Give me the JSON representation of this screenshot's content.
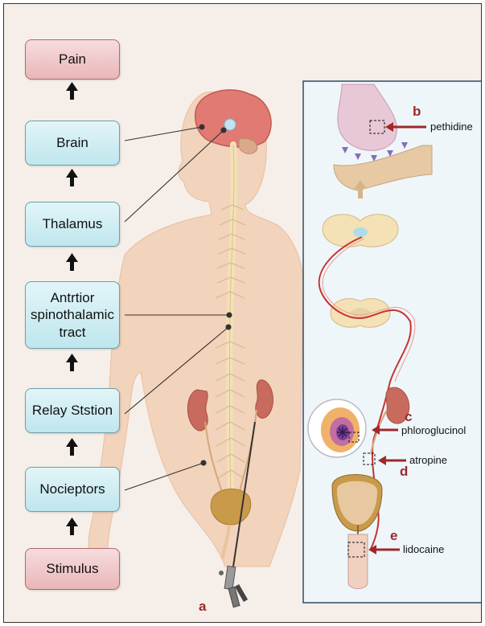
{
  "boxes": {
    "pain": "Pain",
    "brain": "Brain",
    "thalamus": "Thalamus",
    "tract": [
      "Antrtior",
      "spinothalamic",
      "tract"
    ],
    "relay": "Relay Ststion",
    "nociceptors": "Nocieptors",
    "stimulus": "Stimulus"
  },
  "letters": {
    "a": "a",
    "b": "b",
    "c": "c",
    "d": "d",
    "e": "e"
  },
  "drugs": {
    "pethidine": "pethidine",
    "phloroglucinol": "phloroglucinol",
    "atropine": "atropine",
    "lidocaine": "lidocaine"
  },
  "colors": {
    "box_fill": "#cdeef3",
    "pain_fill": "#f3c8ca",
    "skin": "#f2d3bb",
    "inset_bg": "#eef6fa",
    "drug_arrow": "#a0282a"
  }
}
